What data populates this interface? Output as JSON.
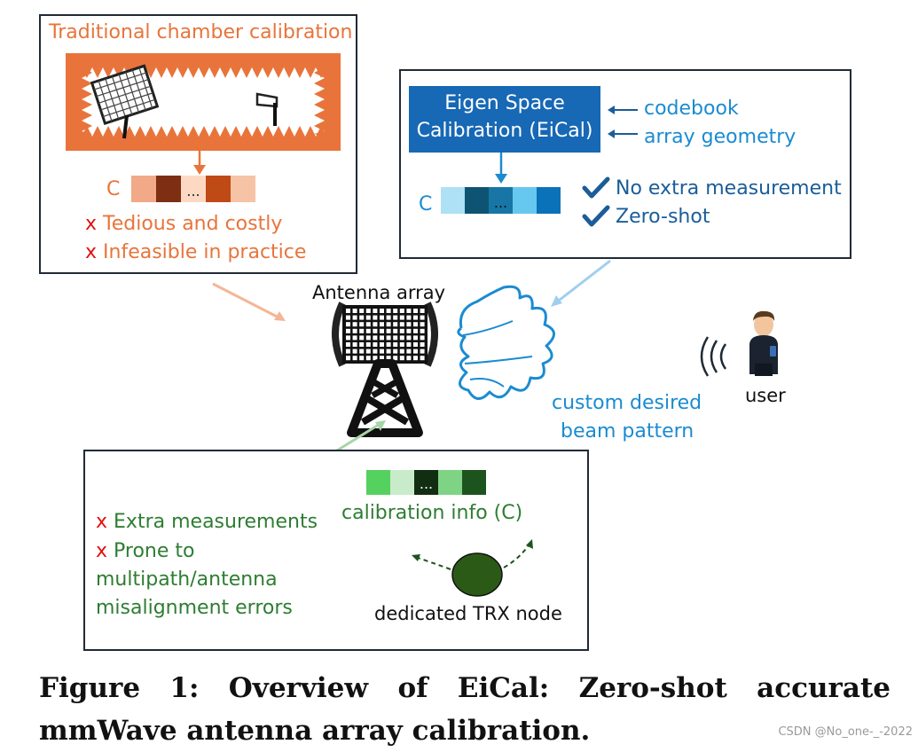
{
  "traditional": {
    "title": "Traditional chamber calibration",
    "c_label": "C",
    "dots": "...",
    "cells": [
      "#f1a988",
      "#7e2e12",
      "#fdd9c4",
      "#c04a15",
      "#f7c3a6"
    ],
    "cons": [
      {
        "mark": "x",
        "text": "Tedious and costly"
      },
      {
        "mark": "x",
        "text": "Infeasible in practice"
      }
    ]
  },
  "eical": {
    "box_label": "Eigen Space\nCalibration (EiCal)",
    "inputs": [
      "codebook",
      "array geometry"
    ],
    "c_label": "C",
    "dots": "...",
    "cells": [
      "#aee0f6",
      "#0e5472",
      "#1776a6",
      "#66c8ef",
      "#0a72b8"
    ],
    "pros": [
      "No extra measurement",
      "Zero-shot"
    ]
  },
  "center": {
    "antenna_label": "Antenna array",
    "beam_label": "custom desired\nbeam pattern",
    "user_label": "user"
  },
  "dedicated": {
    "cells": [
      "#55d160",
      "#c8ecc9",
      "#122e12",
      "#7fd385",
      "#1d541e"
    ],
    "dots": "...",
    "info_label": "calibration info (C)",
    "cons": [
      {
        "mark": "x",
        "text": "Extra measurements"
      },
      {
        "mark": "x",
        "text": "Prone to"
      }
    ],
    "cons_cont": [
      "multipath/antenna",
      "misalignment errors"
    ],
    "node_label": "dedicated TRX node"
  },
  "caption": {
    "line1": "Figure 1: Overview of EiCal: Zero-shot accurate",
    "line2": "mmWave antenna array calibration."
  },
  "watermark": "CSDN @No_one-_-2022",
  "colors": {
    "orange": "#e8743b",
    "red": "#e01010",
    "blue": "#1b8bd0",
    "navy": "#1a5d99",
    "green": "#2e7d32",
    "dark": "#1f2a36"
  }
}
